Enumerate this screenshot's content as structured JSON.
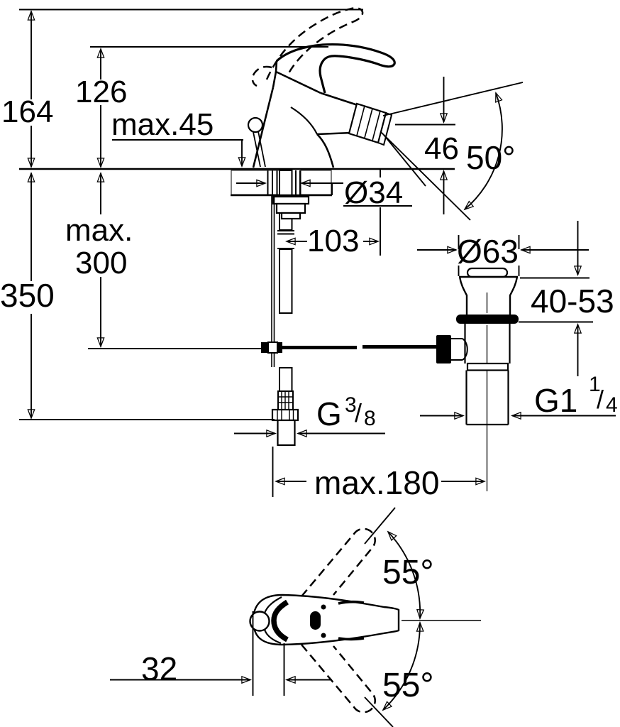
{
  "drawing": {
    "title": "bidet-mixer-dimensional-drawing",
    "colors": {
      "ink": "#000000",
      "paper": "#ffffff"
    },
    "labels": {
      "overall_height": "164",
      "handle_height": "126",
      "max_deck_thickness": "max.45",
      "supply_max_word": "max.",
      "supply_max_value": "300",
      "supply_length": "350",
      "hole_diameter": "Ø34",
      "spout_reach": "103",
      "outlet_height": "46",
      "spout_angle": "50°",
      "waste_flange_diameter": "Ø63",
      "waste_clamp_range": "40-53",
      "supply_thread": {
        "base": "G",
        "sup": "3",
        "slash": "/",
        "sub": "8"
      },
      "waste_thread": {
        "base": "G1",
        "sup": "1",
        "slash": "/",
        "sub": "4"
      },
      "max_projection": "max.180",
      "handle_swing_upper": "55°",
      "handle_swing_lower": "55°",
      "handle_offset": "32"
    }
  }
}
